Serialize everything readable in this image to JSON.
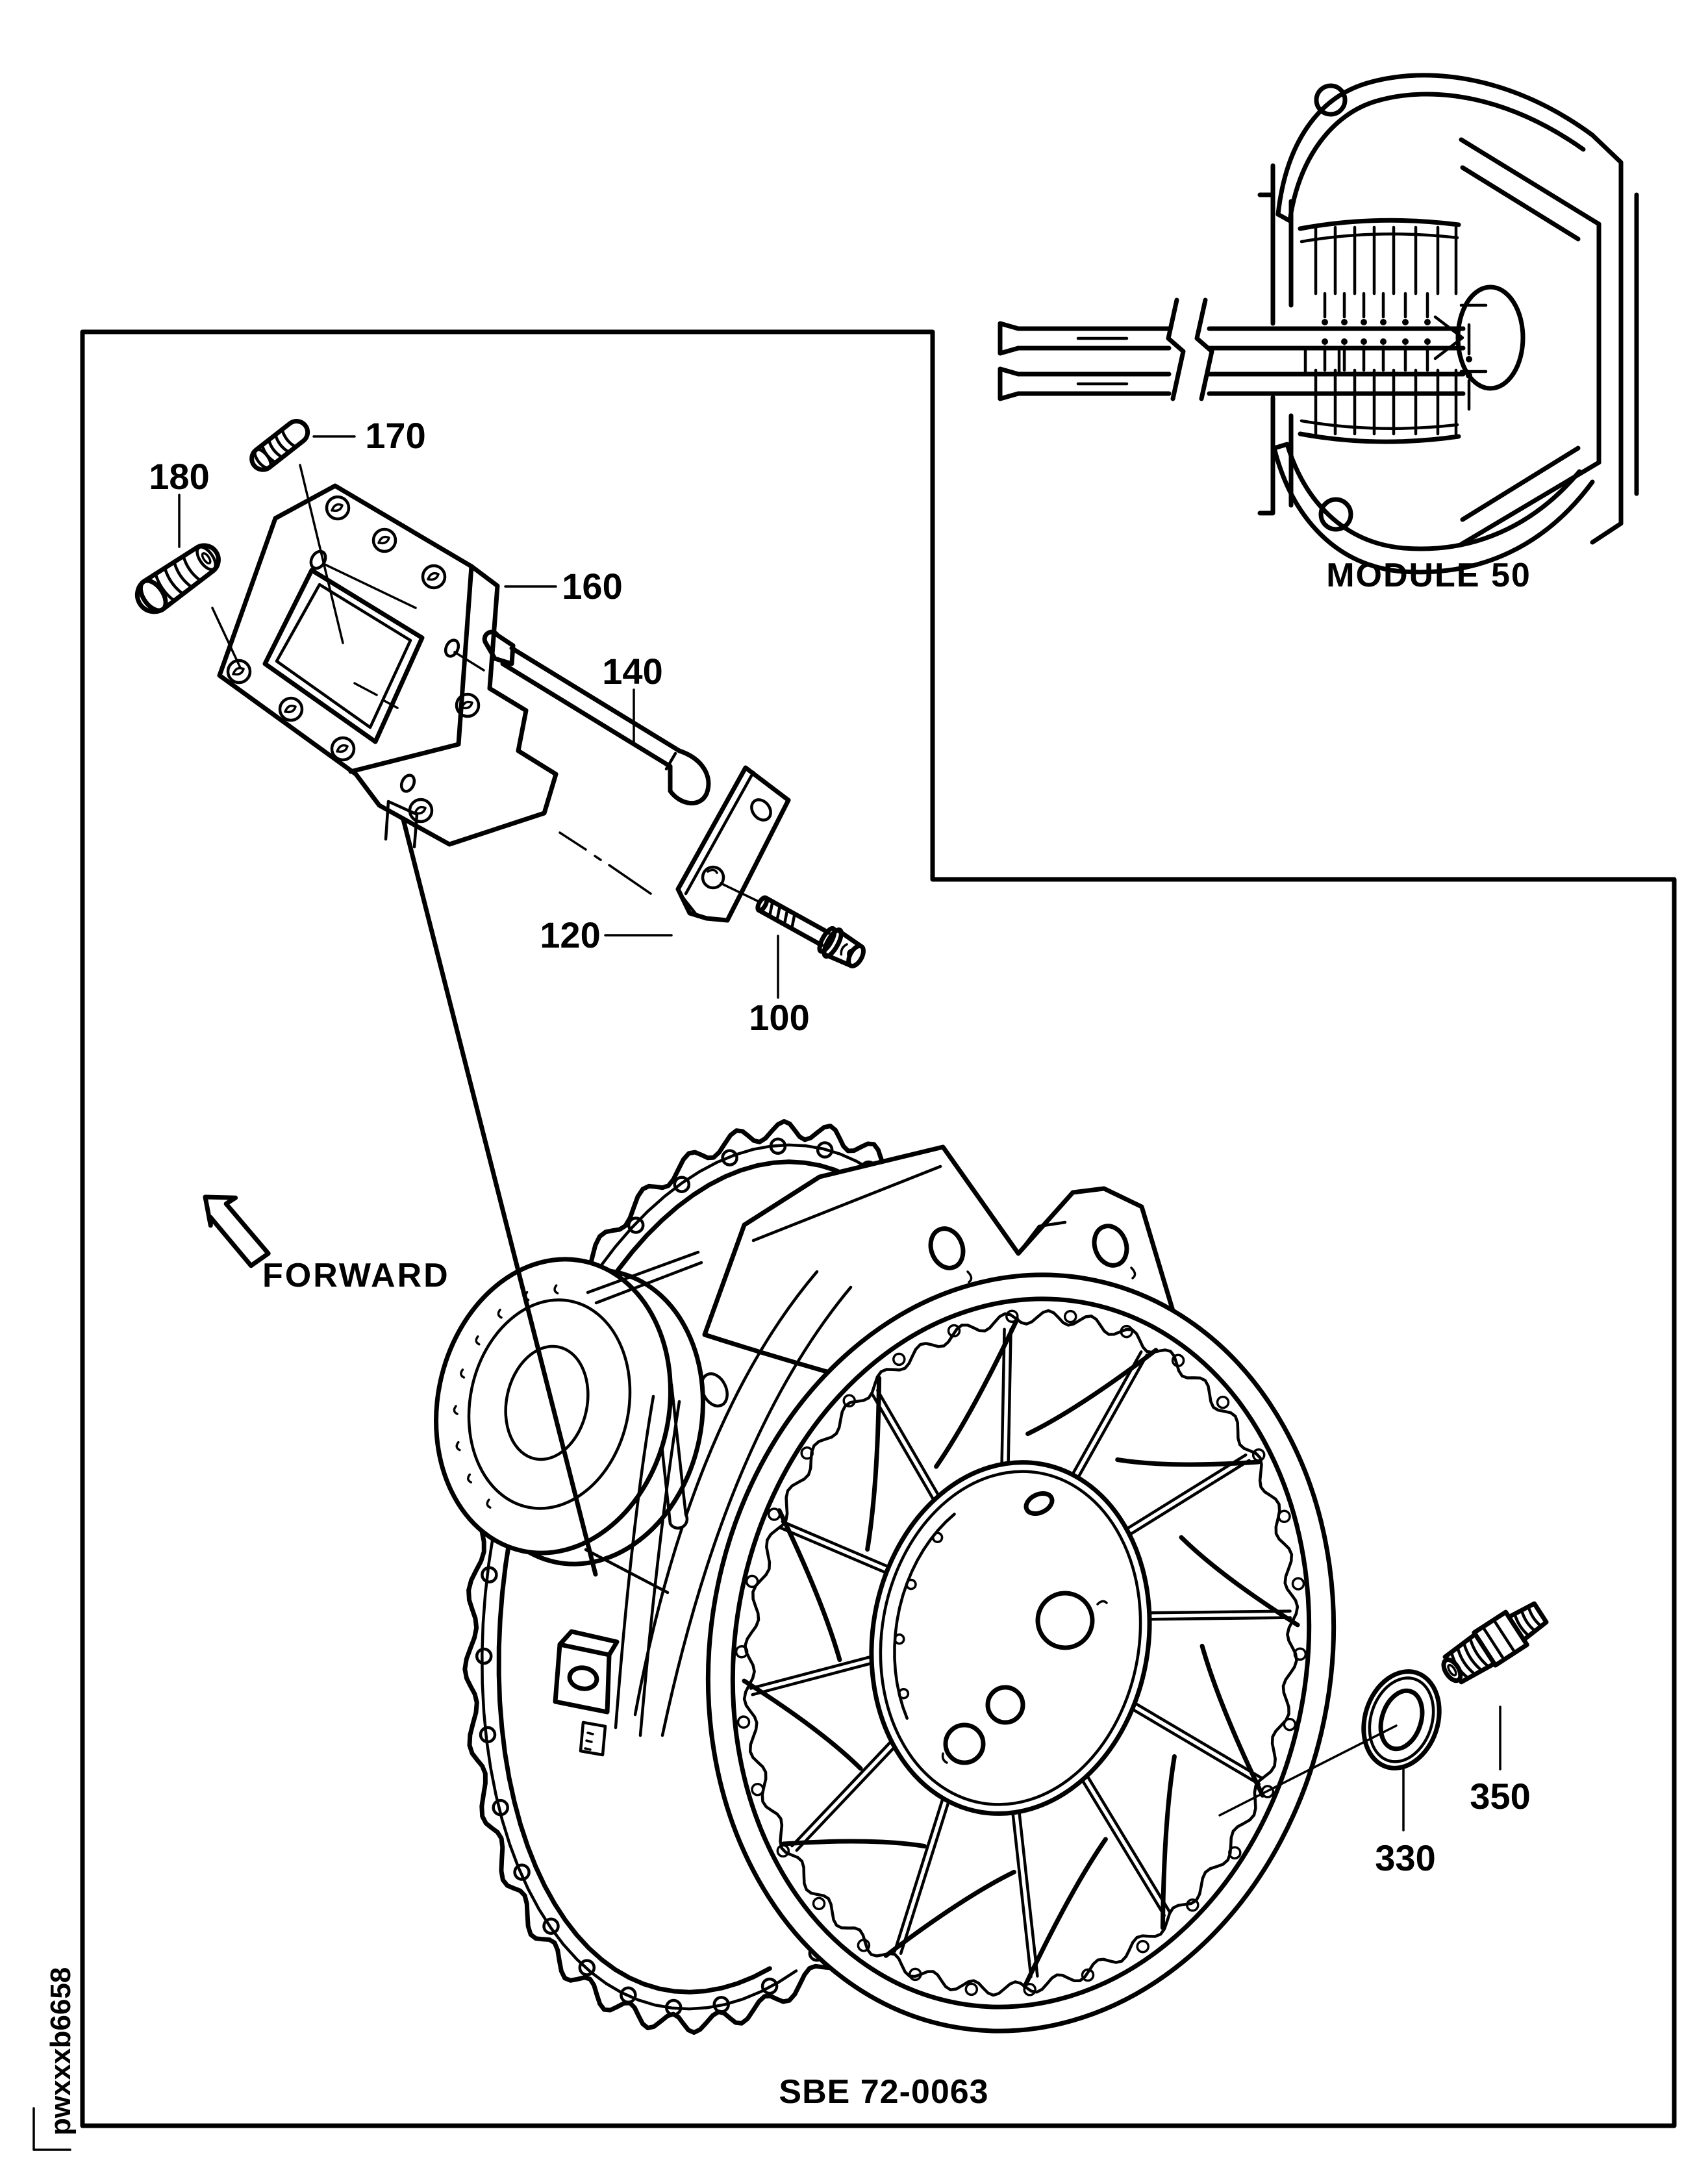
{
  "colors": {
    "ink": "#000000",
    "paper": "#ffffff"
  },
  "labels": {
    "p170": "170",
    "p180": "180",
    "p160": "160",
    "p140": "140",
    "p120": "120",
    "p100": "100",
    "p330": "330",
    "p350": "350",
    "forward": "FORWARD",
    "module50": "MODULE 50",
    "figure_code": "SBE 72-0063",
    "doc_code": "pwxxxb6658"
  }
}
